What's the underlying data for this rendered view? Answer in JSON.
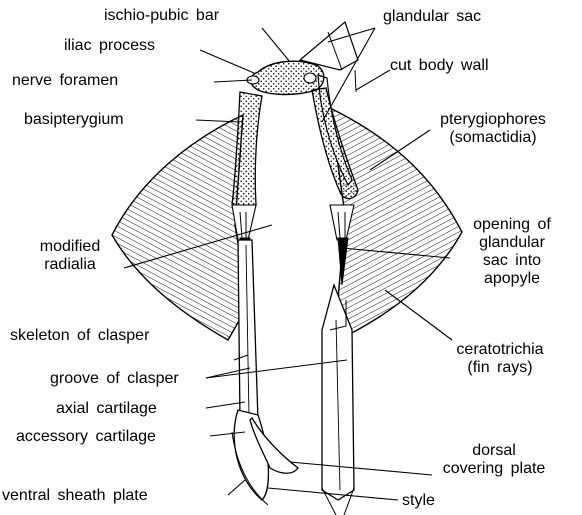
{
  "labels": {
    "ischio_pubic_bar": "ischio-pubic bar",
    "glandular_sac": "glandular sac",
    "iliac_process": "iliac process",
    "nerve_foramen": "nerve foramen",
    "cut_body_wall": "cut body wall",
    "basipterygium": "basipterygium",
    "pterygiophores_1": "pterygiophores",
    "pterygiophores_2": "(somactidia)",
    "opening_1": "opening of",
    "opening_2": "glandular",
    "opening_3": "sac into",
    "opening_4": "apopyle",
    "modified_1": "modified",
    "modified_2": "radialia",
    "skeleton_of_clasper": "skeleton of clasper",
    "ceratotrichia_1": "ceratotrichia",
    "ceratotrichia_2": "(fin rays)",
    "groove_of_clasper": "groove of clasper",
    "axial_cartilage": "axial cartilage",
    "accessory_cartilage": "accessory cartilage",
    "dorsal_1": "dorsal",
    "dorsal_2": "covering plate",
    "ventral_sheath_plate": "ventral sheath plate",
    "style": "style"
  },
  "colors": {
    "ink": "#000000",
    "paper": "#ffffff"
  }
}
